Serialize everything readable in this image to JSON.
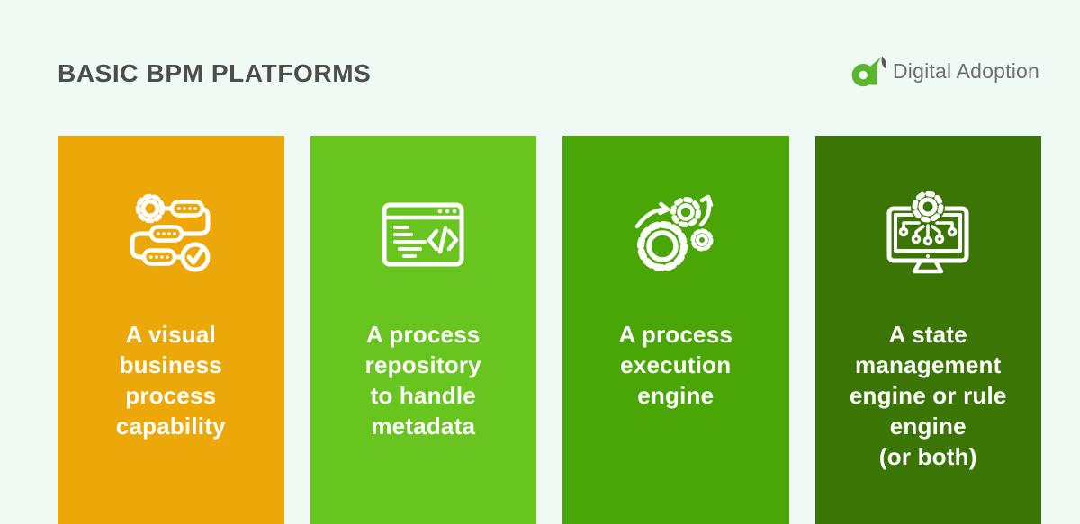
{
  "page": {
    "background_color": "#F0FAF4"
  },
  "header": {
    "title": "BASIC BPM PLATFORMS",
    "title_color": "#4D4D4D",
    "logo": {
      "brand_name": "Digital Adoption",
      "mark_color": "#5BB52F",
      "leaf_color": "#58595B",
      "text_color": "#6D6E71"
    }
  },
  "card_text_color": "#FFFFFF",
  "cards": [
    {
      "id": "visual-business-process",
      "color": "#ECA808",
      "icon": "workflow-checklist-icon",
      "label": "A visual\nbusiness\nprocess\ncapability"
    },
    {
      "id": "process-repository",
      "color": "#68C51F",
      "icon": "browser-code-icon",
      "label": "A process\nrepository\nto handle\nmetadata"
    },
    {
      "id": "process-execution",
      "color": "#4AA606",
      "icon": "gears-arrows-icon",
      "label": "A process\nexecution\nengine"
    },
    {
      "id": "state-management",
      "color": "#3A7506",
      "icon": "monitor-network-gear-icon",
      "label": "A state\nmanagement\nengine or rule\nengine\n(or both)"
    }
  ]
}
